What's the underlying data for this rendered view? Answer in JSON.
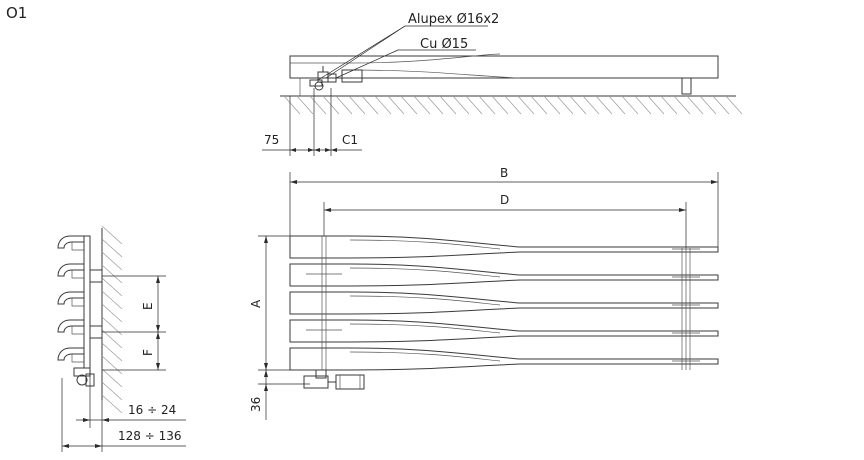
{
  "figure": {
    "code": "O1"
  },
  "top_view": {
    "pipe_alupex_label": "Alupex Ø16x2",
    "pipe_cu_label": "Cu Ø15",
    "dim_wall_offset": "75",
    "dim_c1": "C1"
  },
  "front_view": {
    "dim_b": "B",
    "dim_d": "D",
    "dim_a": "A",
    "dim_bottom": "36"
  },
  "side_view": {
    "dim_e": "E",
    "dim_f": "F",
    "dim_wall_gap": "16 ÷ 24",
    "dim_depth": "128 ÷ 136"
  }
}
